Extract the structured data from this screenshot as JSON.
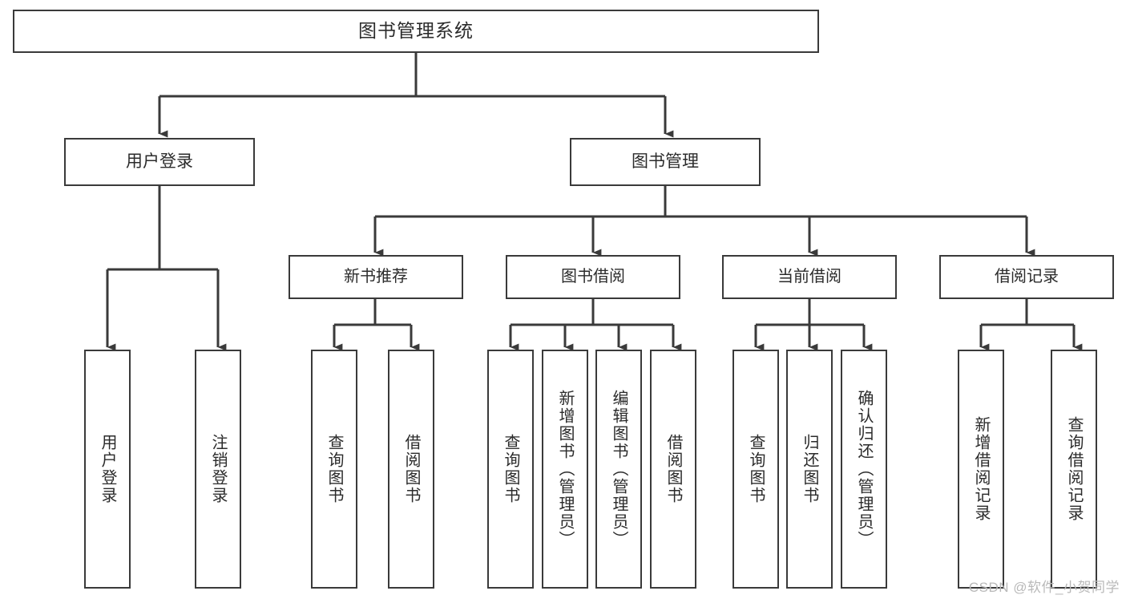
{
  "diagram": {
    "type": "tree-hierarchy",
    "title": "图书管理系统",
    "colors": {
      "background": "#ffffff",
      "stroke": "#3a3a3a",
      "node_fill": "#ffffff",
      "text": "#2b2b2b",
      "watermark": "#b9b9b9"
    },
    "root": {
      "label": "图书管理系统"
    },
    "branches": [
      {
        "label": "用户登录"
      },
      {
        "label": "图书管理"
      }
    ],
    "groups": [
      {
        "label": "新书推荐"
      },
      {
        "label": "图书借阅"
      },
      {
        "label": "当前借阅"
      },
      {
        "label": "借阅记录"
      }
    ],
    "leaves": {
      "user_login": [
        {
          "label": "用户登录"
        },
        {
          "label": "注销登录"
        }
      ],
      "new_book": [
        {
          "label": "查询图书"
        },
        {
          "label": "借阅图书"
        }
      ],
      "borrow_book": [
        {
          "label": "查询图书"
        },
        {
          "label": "新增图书（管理员）"
        },
        {
          "label": "编辑图书（管理员）"
        },
        {
          "label": "借阅图书"
        }
      ],
      "current_borrow": [
        {
          "label": "查询图书"
        },
        {
          "label": "归还图书"
        },
        {
          "label": "确认归还（管理员）"
        }
      ],
      "borrow_record": [
        {
          "label": "新增借阅记录"
        },
        {
          "label": "查询借阅记录"
        }
      ]
    }
  },
  "watermark": {
    "text": "CSDN @软件_小贺同学"
  }
}
